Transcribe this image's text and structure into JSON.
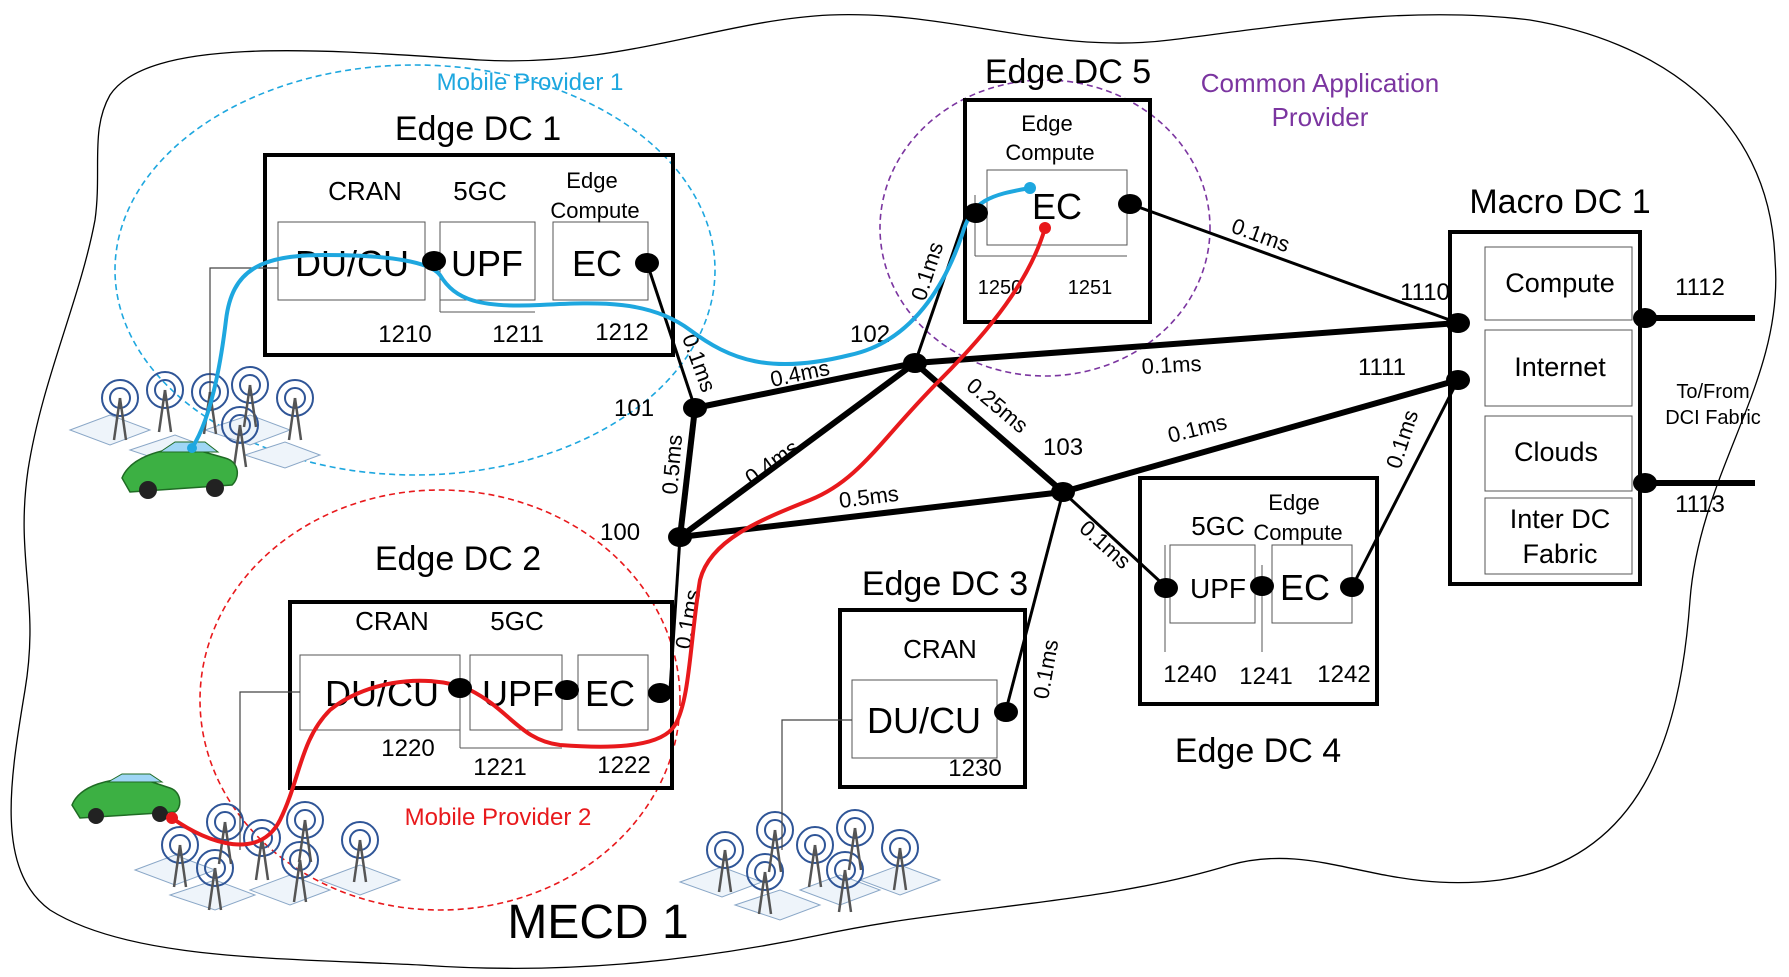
{
  "region": {
    "label": "MECD 1"
  },
  "providers": {
    "mobile1": {
      "label": "Mobile Provider 1",
      "color": "#1ea7df"
    },
    "mobile2": {
      "label": "Mobile Provider 2",
      "color": "#e8191c"
    },
    "common": {
      "label_line1": "Common Application",
      "label_line2": "Provider",
      "color": "#7b35a0"
    }
  },
  "edge_dc1": {
    "title": "Edge DC 1",
    "cran": "CRAN",
    "core": "5GC",
    "ec_l1": "Edge",
    "ec_l2": "Compute",
    "ducu": "DU/CU",
    "upf": "UPF",
    "ec": "EC",
    "p1": "1210",
    "p2": "1211",
    "p3": "1212"
  },
  "edge_dc2": {
    "title": "Edge DC 2",
    "cran": "CRAN",
    "core": "5GC",
    "ducu": "DU/CU",
    "upf": "UPF",
    "ec": "EC",
    "p1": "1220",
    "p2": "1221",
    "p3": "1222"
  },
  "edge_dc3": {
    "title": "Edge DC 3",
    "cran": "CRAN",
    "ducu": "DU/CU",
    "p1": "1230"
  },
  "edge_dc4": {
    "title": "Edge DC 4",
    "core": "5GC",
    "ec_l1": "Edge",
    "ec_l2": "Compute",
    "upf": "UPF",
    "ec": "EC",
    "p1": "1240",
    "p2": "1241",
    "p3": "1242"
  },
  "edge_dc5": {
    "title": "Edge DC 5",
    "ec_l1": "Edge",
    "ec_l2": "Compute",
    "ec": "EC",
    "p1": "1250",
    "p2": "1251"
  },
  "macro_dc1": {
    "title": "Macro DC 1",
    "compute": "Compute",
    "internet": "Internet",
    "clouds": "Clouds",
    "inter_l1": "Inter DC",
    "inter_l2": "Fabric",
    "p1110": "1110",
    "p1111": "1111",
    "p1112": "1112",
    "p1113": "1113",
    "dci_l1": "To/From",
    "dci_l2": "DCI Fabric"
  },
  "nodes": {
    "n100": "100",
    "n101": "101",
    "n102": "102",
    "n103": "103"
  },
  "links": {
    "ec1_101": "0.1ms",
    "n101_102": "0.4ms",
    "n100_101": "0.5ms",
    "n100_102": "0.4ms",
    "n100_103": "0.5ms",
    "n102_103": "0.25ms",
    "n102_macro": "0.1ms",
    "n103_macro": "0.1ms",
    "n102_dc5": "0.1ms",
    "dc5_macro": "0.1ms",
    "n103_dc4": "0.1ms",
    "n103_dc3": "0.1ms",
    "n100_dc2": "0.1ms",
    "dc4_macro": "0.1ms"
  }
}
